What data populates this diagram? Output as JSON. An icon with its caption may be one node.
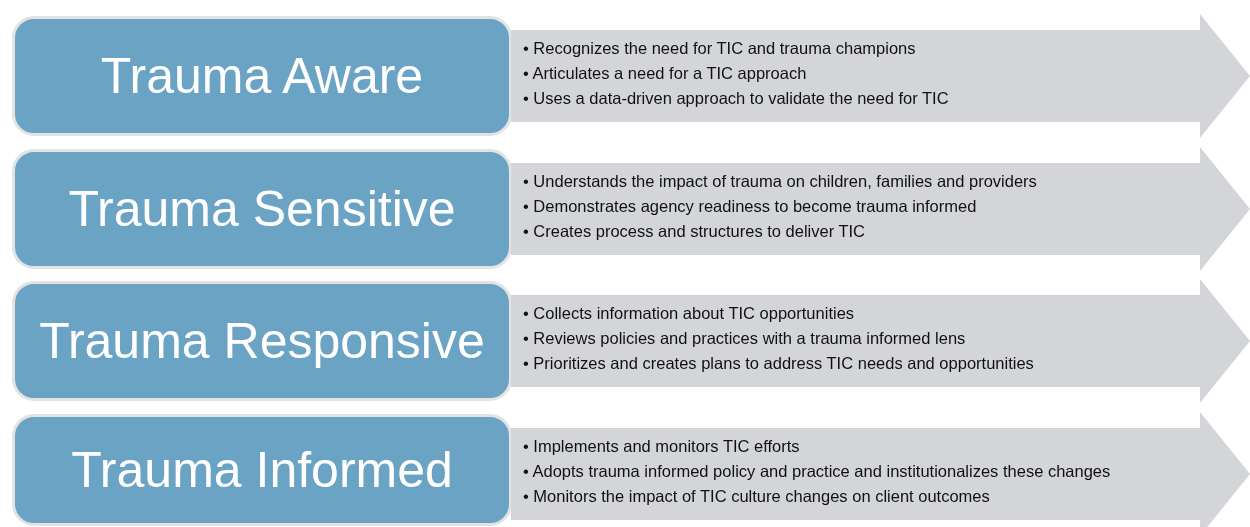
{
  "diagram": {
    "nodes": [
      {
        "text": [
          "Trauma Aware"
        ]
      },
      {
        "text": [
          "• Recognizes the need for TIC and trauma champions",
          "• Articulates a need for a TIC approach",
          "• Uses a data-driven approach to validate the need for TIC"
        ]
      },
      {
        "text": [
          "Trauma Sensitive"
        ]
      },
      {
        "text": [
          "• Understands the impact of trauma on children, families and providers",
          "• Demonstrates agency readiness to become trauma informed",
          "• Creates process and structures to deliver TIC"
        ]
      },
      {
        "text": [
          "Trauma Responsive"
        ]
      },
      {
        "text": [
          "• Collects information about TIC opportunities",
          "• Reviews policies and practices with a trauma informed lens",
          "• Prioritizes and creates plans to address TIC needs and opportunities"
        ]
      },
      {
        "text": [
          "Trauma Informed"
        ]
      },
      {
        "text": [
          "• Implements and monitors TIC efforts",
          "• Adopts trauma informed policy and practice and institutionalizes these changes",
          "• Monitors the impact of TIC culture changes on client outcomes"
        ]
      }
    ]
  }
}
